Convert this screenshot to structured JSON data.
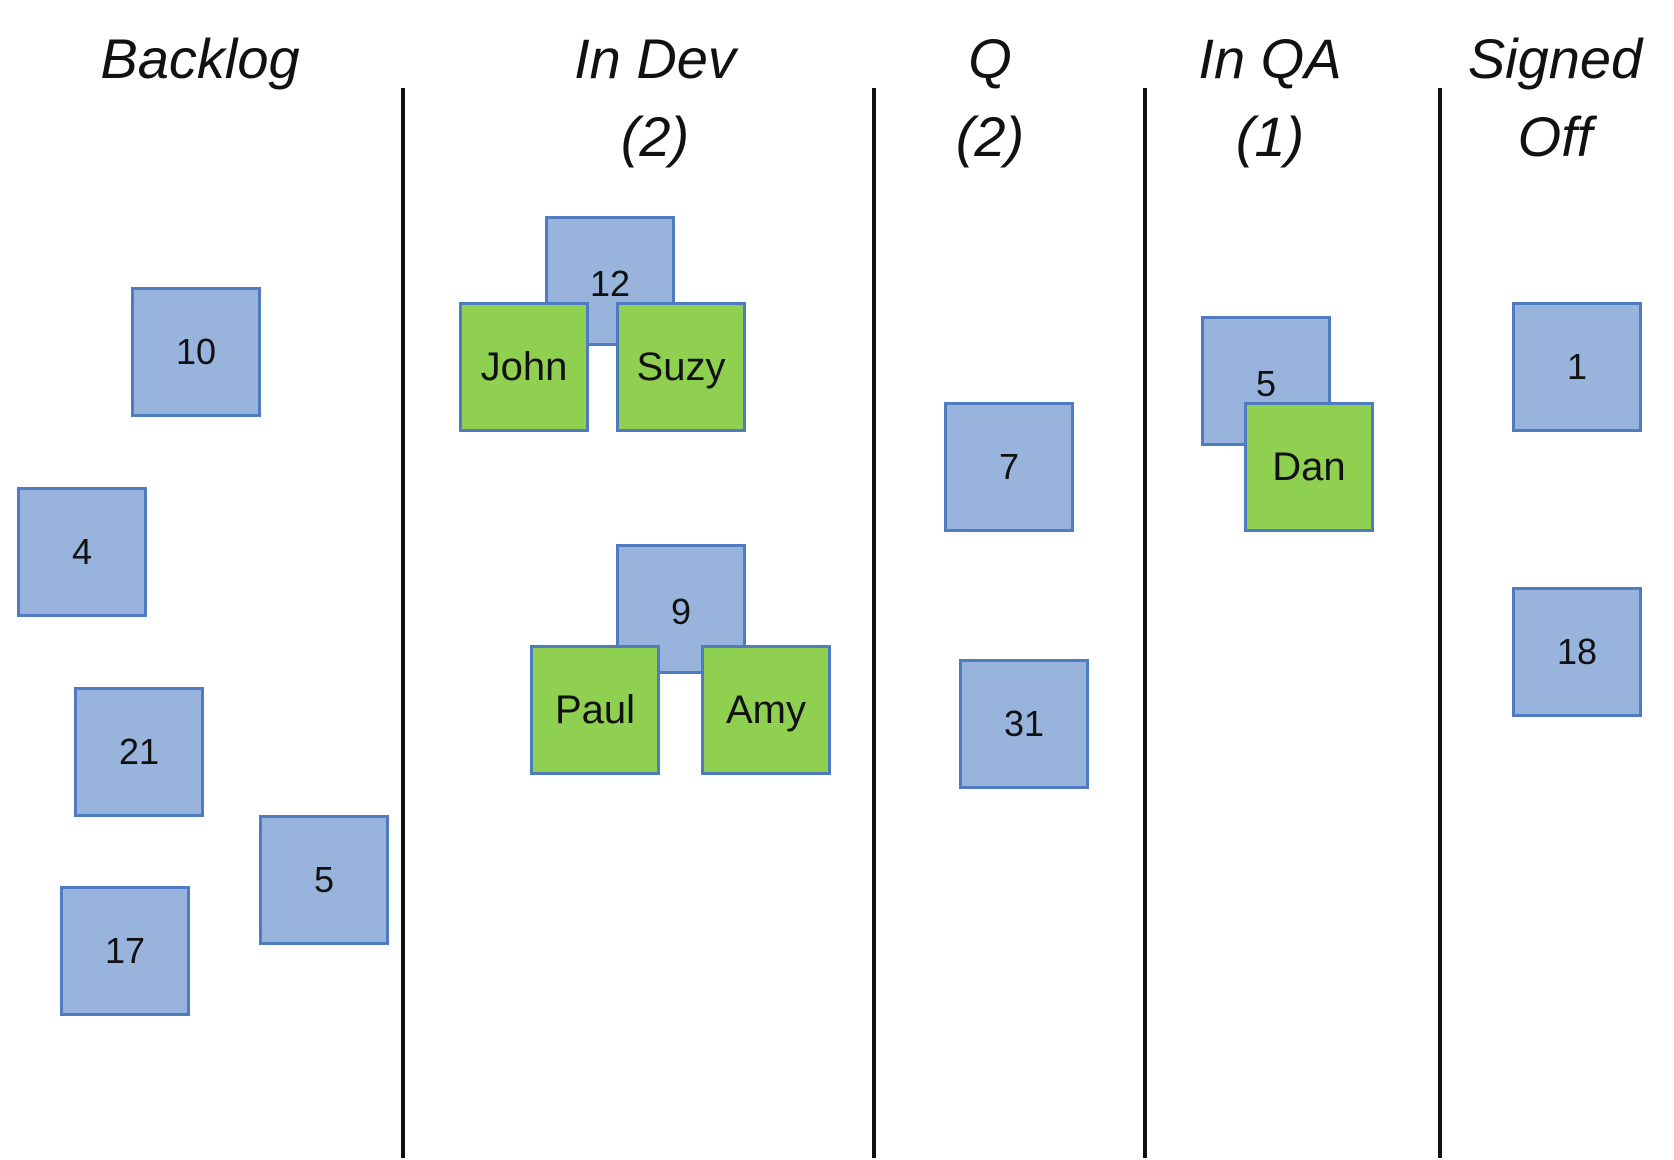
{
  "columns": [
    {
      "id": "backlog",
      "title_lines": [
        "Backlog",
        ""
      ]
    },
    {
      "id": "in-dev",
      "title_lines": [
        "In Dev",
        "(2)"
      ]
    },
    {
      "id": "q",
      "title_lines": [
        "Q",
        "(2)"
      ]
    },
    {
      "id": "in-qa",
      "title_lines": [
        "In QA",
        "(1)"
      ]
    },
    {
      "id": "signed-off",
      "title_lines": [
        "Signed",
        "Off"
      ]
    }
  ],
  "cards": {
    "backlog": [
      "10",
      "4",
      "21",
      "5",
      "17"
    ],
    "in_dev_stories": [
      "12",
      "9"
    ],
    "in_dev_people": [
      "John",
      "Suzy",
      "Paul",
      "Amy"
    ],
    "q": [
      "7",
      "31"
    ],
    "in_qa_story": "5",
    "in_qa_person": "Dan",
    "signed_off": [
      "1",
      "18"
    ]
  },
  "colors": {
    "story_card": "#98b4dc",
    "story_border": "#4f7cc0",
    "person_card": "#8fd050",
    "divider": "#111111"
  }
}
